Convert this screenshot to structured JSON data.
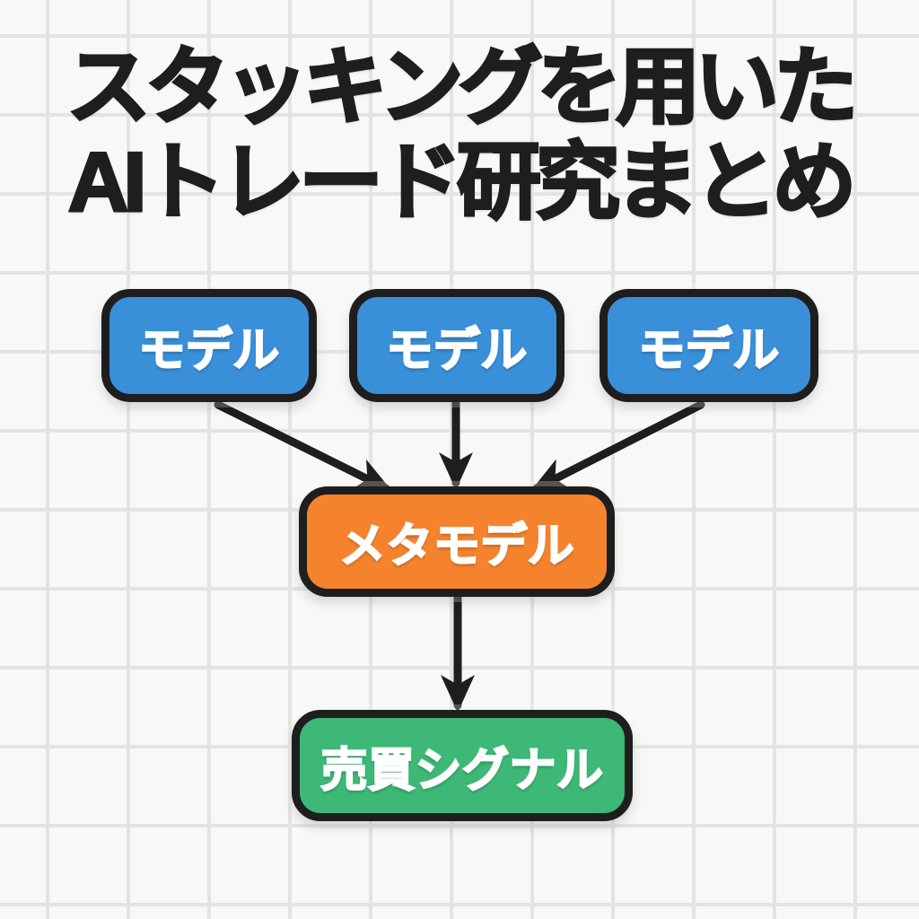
{
  "background": {
    "color": "#f8f8f6",
    "grid_line_color": "#e3e3e1"
  },
  "title": {
    "line1": "スタッキングを用いた",
    "line2": "AIトレード研究まとめ",
    "color": "#1e1e1e"
  },
  "diagram": {
    "stroke_color": "#1e1e1e",
    "label_color": "#ffffff",
    "nodes": [
      {
        "id": "model-1",
        "label": "モデル",
        "fill": "#3a8fd9"
      },
      {
        "id": "model-2",
        "label": "モデル",
        "fill": "#3a8fd9"
      },
      {
        "id": "model-3",
        "label": "モデル",
        "fill": "#3a8fd9"
      },
      {
        "id": "meta-model",
        "label": "メタモデル",
        "fill": "#f5832e"
      },
      {
        "id": "trade-signal",
        "label": "売買シグナル",
        "fill": "#3eb877"
      }
    ],
    "edges": [
      {
        "from": "model-1",
        "to": "meta-model"
      },
      {
        "from": "model-2",
        "to": "meta-model"
      },
      {
        "from": "model-3",
        "to": "meta-model"
      },
      {
        "from": "meta-model",
        "to": "trade-signal"
      }
    ]
  }
}
